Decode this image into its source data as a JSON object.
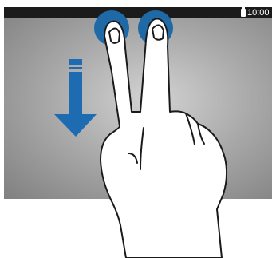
{
  "status_bar": {
    "time": "10:00",
    "battery_icon": "battery-icon",
    "background_color": "#1b1b1b"
  },
  "gesture": {
    "name": "two-finger-swipe-down",
    "fingers": 2,
    "direction": "down",
    "touch_point_color": "#1f6aa6",
    "arrow_color": "#1d6bb0",
    "icons": [
      "hand-icon",
      "touch-point-icon",
      "arrow-down-icon"
    ]
  },
  "screen": {
    "background_center_color": "#d3d3d3",
    "background_edge_color": "#808080"
  }
}
